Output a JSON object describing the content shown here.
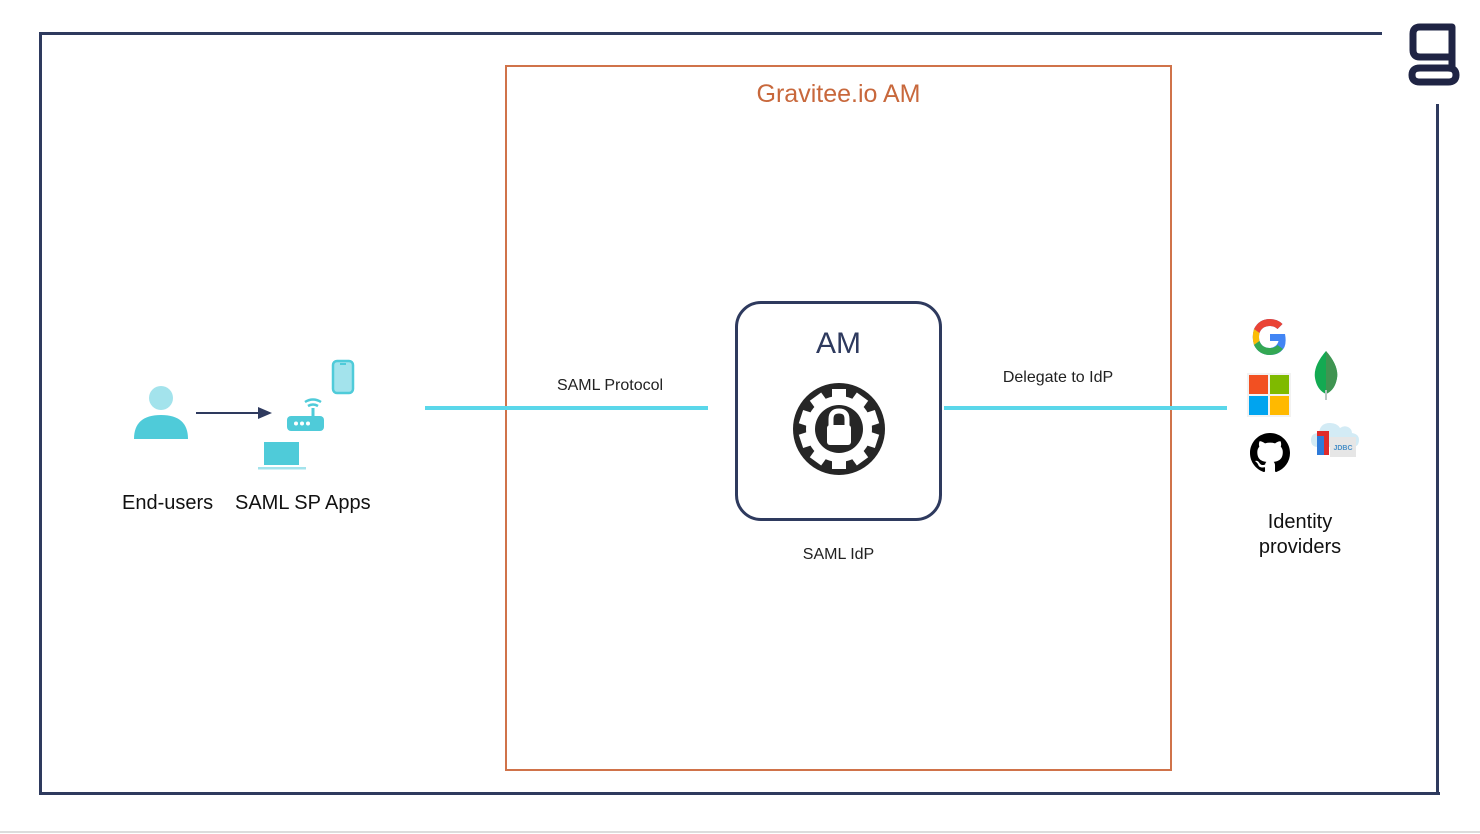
{
  "diagram": {
    "brand_logo": "gravitee-g-logo",
    "container": {
      "title": "Gravitee.io AM",
      "border_color": "#d0734a"
    },
    "am_node": {
      "title": "AM",
      "icon": "gear-lock-icon",
      "caption": "SAML IdP"
    },
    "left_group": {
      "end_users_label": "End-users",
      "apps_label": "SAML SP Apps",
      "icons": [
        "user-icon",
        "arrow-right-icon",
        "smartphone-icon",
        "router-icon",
        "laptop-icon"
      ]
    },
    "connections": [
      {
        "label": "SAML Protocol",
        "from": "SAML SP Apps",
        "to": "AM"
      },
      {
        "label": "Delegate to IdP",
        "from": "AM",
        "to": "Identity providers"
      }
    ],
    "identity_providers": {
      "label_line1": "Identity",
      "label_line2": "providers",
      "icons": [
        "google-icon",
        "microsoft-icon",
        "github-icon",
        "mongodb-icon",
        "jdbc-cloud-icon"
      ],
      "jdbc_text": "JDBC"
    },
    "colors": {
      "frame": "#2e3a5e",
      "connector": "#5ad7ea",
      "accent_orange": "#c8683c",
      "icon_teal": "#4fcbd9"
    }
  }
}
